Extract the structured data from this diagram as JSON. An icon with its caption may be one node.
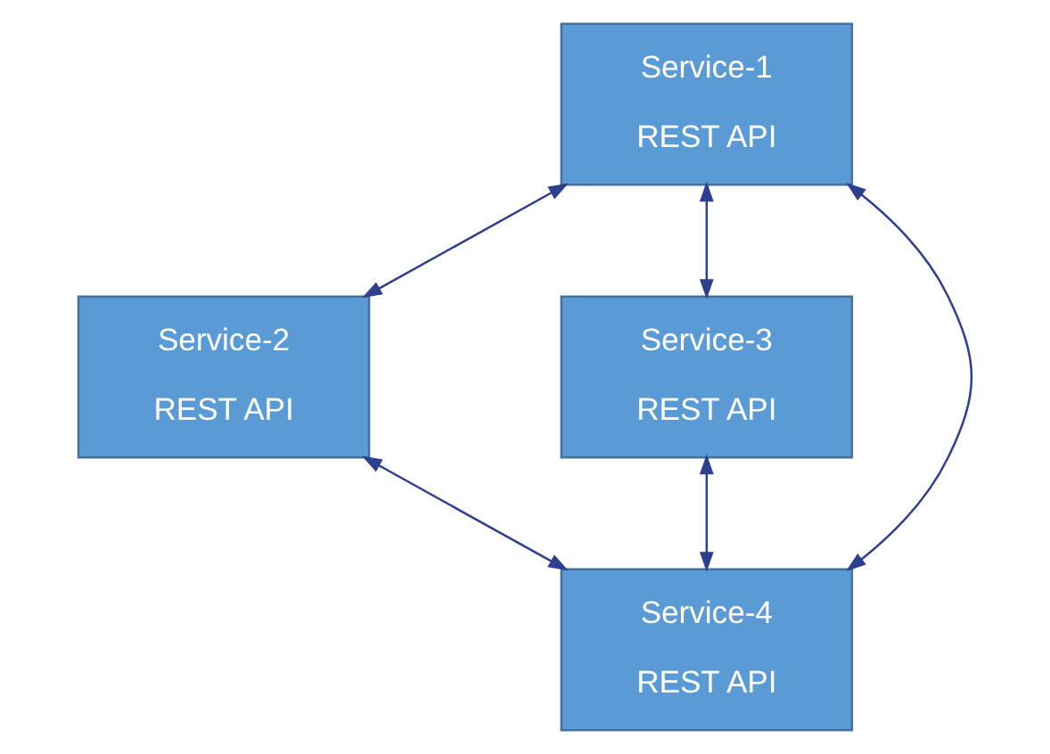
{
  "diagram": {
    "nodes": [
      {
        "text": [
          "Service-1",
          "REST API"
        ]
      },
      {
        "text": [
          "Service-2",
          "REST API"
        ]
      },
      {
        "text": [
          "Service-3",
          "REST API"
        ]
      },
      {
        "text": [
          "Service-4",
          "REST API"
        ]
      }
    ],
    "edges": [
      {
        "from": 0,
        "to": 1,
        "arrow": "both"
      },
      {
        "from": 0,
        "to": 2,
        "arrow": "both"
      },
      {
        "from": 0,
        "to": 3,
        "arrow": "both"
      },
      {
        "from": 1,
        "to": 3,
        "arrow": "both"
      },
      {
        "from": 2,
        "to": 3,
        "arrow": "both"
      }
    ]
  }
}
